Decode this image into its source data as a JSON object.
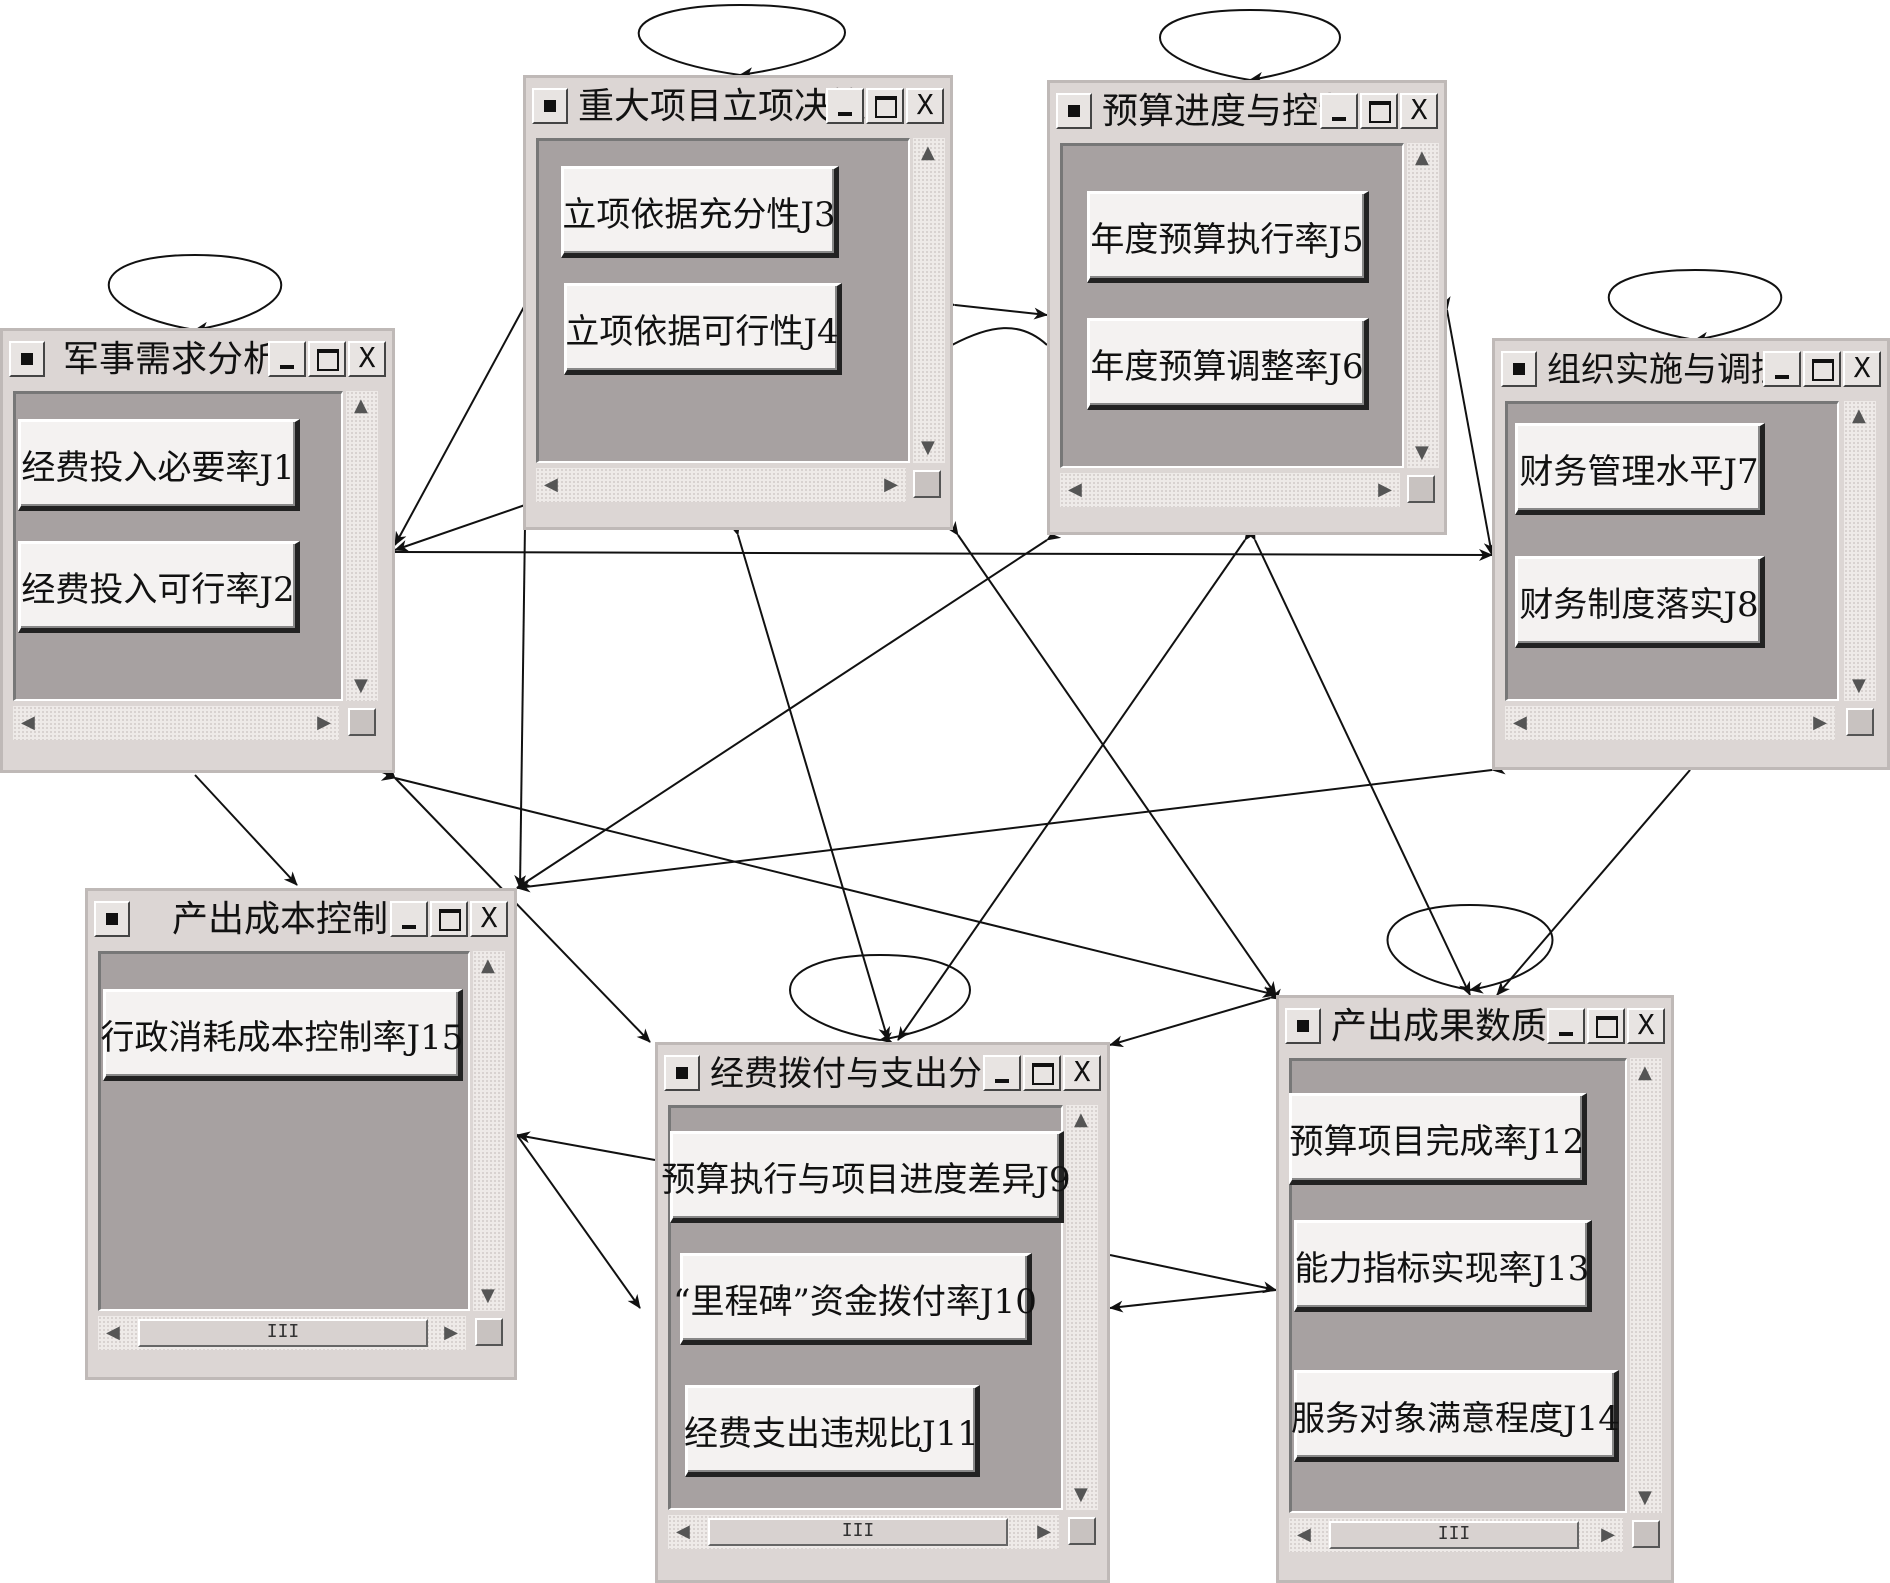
{
  "windows": {
    "military": {
      "title": "军事需求分析",
      "items": [
        "经费投入必要率J1",
        "经费投入可行率J2"
      ]
    },
    "major": {
      "title": "重大项目立项决策",
      "items": [
        "立项依据充分性J3",
        "立项依据可行性J4"
      ]
    },
    "budget": {
      "title": "预算进度与控制",
      "items": [
        "年度预算执行率J5",
        "年度预算调整率J6"
      ]
    },
    "org": {
      "title": "组织实施与调控",
      "items": [
        "财务管理水平J7",
        "财务制度落实J8"
      ]
    },
    "cost": {
      "title": "产出成本控制",
      "items": [
        "行政消耗成本控制率J15"
      ]
    },
    "pay": {
      "title": "经费拨付与支出分析",
      "items": [
        "预算执行与项目进度差异J9",
        "“里程碑”资金拨付率J10",
        "经费支出违规比J11"
      ]
    },
    "output": {
      "title": "产出成果数质量",
      "items": [
        "预算项目完成率J12",
        "能力指标实现率J13",
        "服务对象满意程度J14"
      ]
    }
  },
  "controls": {
    "minimize": "_",
    "maximize": "□",
    "close": "X",
    "thumb": "III"
  },
  "icons": [
    "system-menu-icon",
    "minimize-icon",
    "maximize-icon",
    "close-icon",
    "scroll-up-icon",
    "scroll-down-icon",
    "scroll-left-icon",
    "scroll-right-icon",
    "size-grip-icon"
  ]
}
